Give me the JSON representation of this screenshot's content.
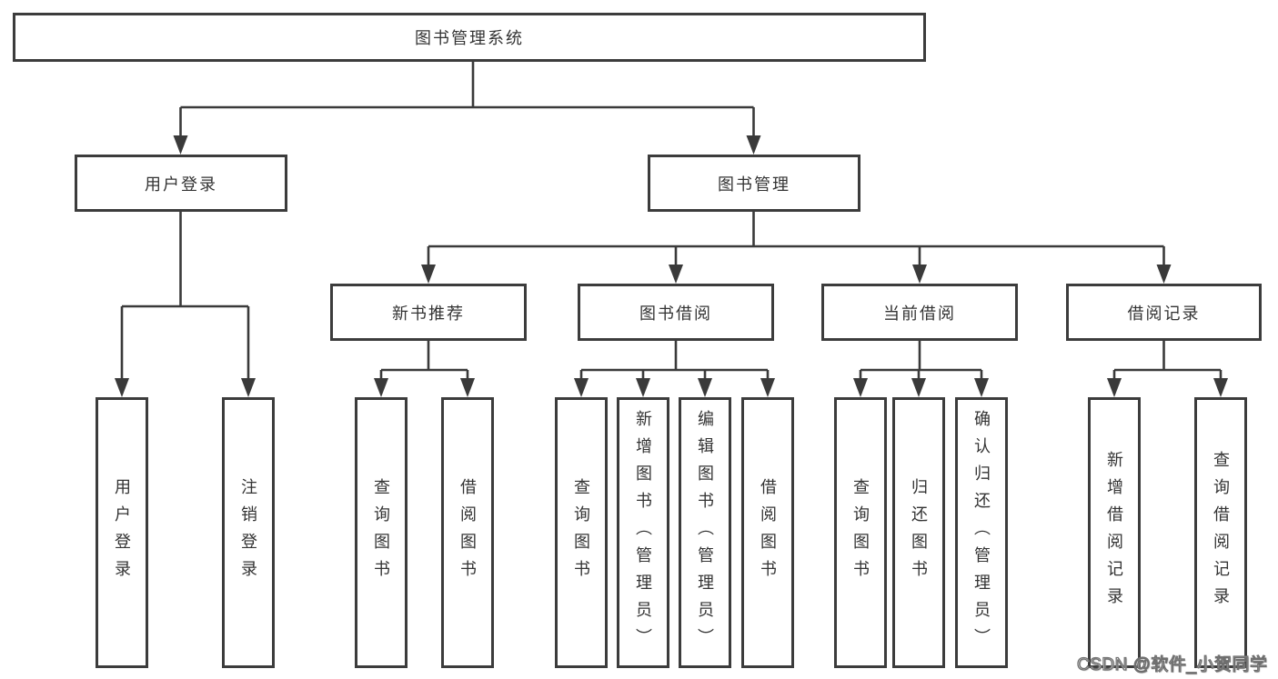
{
  "tree": {
    "root": {
      "label": "图书管理系统",
      "children": [
        {
          "label": "用户登录",
          "children": [
            {
              "label": "用户登录"
            },
            {
              "label": "注销登录"
            }
          ]
        },
        {
          "label": "图书管理",
          "children": [
            {
              "label": "新书推荐",
              "children": [
                {
                  "label": "查询图书"
                },
                {
                  "label": "借阅图书"
                }
              ]
            },
            {
              "label": "图书借阅",
              "children": [
                {
                  "label": "查询图书"
                },
                {
                  "label": "新增图书（管理员）"
                },
                {
                  "label": "编辑图书（管理员）"
                },
                {
                  "label": "借阅图书"
                }
              ]
            },
            {
              "label": "当前借阅",
              "children": [
                {
                  "label": "查询图书"
                },
                {
                  "label": "归还图书"
                },
                {
                  "label": "确认归还（管理员）"
                }
              ]
            },
            {
              "label": "借阅记录",
              "children": [
                {
                  "label": "新增借阅记录"
                },
                {
                  "label": "查询借阅记录"
                }
              ]
            }
          ]
        }
      ]
    }
  },
  "watermark": {
    "text": "CSDN @软件_小贺同学"
  },
  "colors": {
    "border": "#3c3c3c",
    "line": "#3a3a3a",
    "text": "#333333",
    "background": "#ffffff",
    "watermark_fill": "#fdfdfd",
    "watermark_outline": "#6e6e6e"
  }
}
